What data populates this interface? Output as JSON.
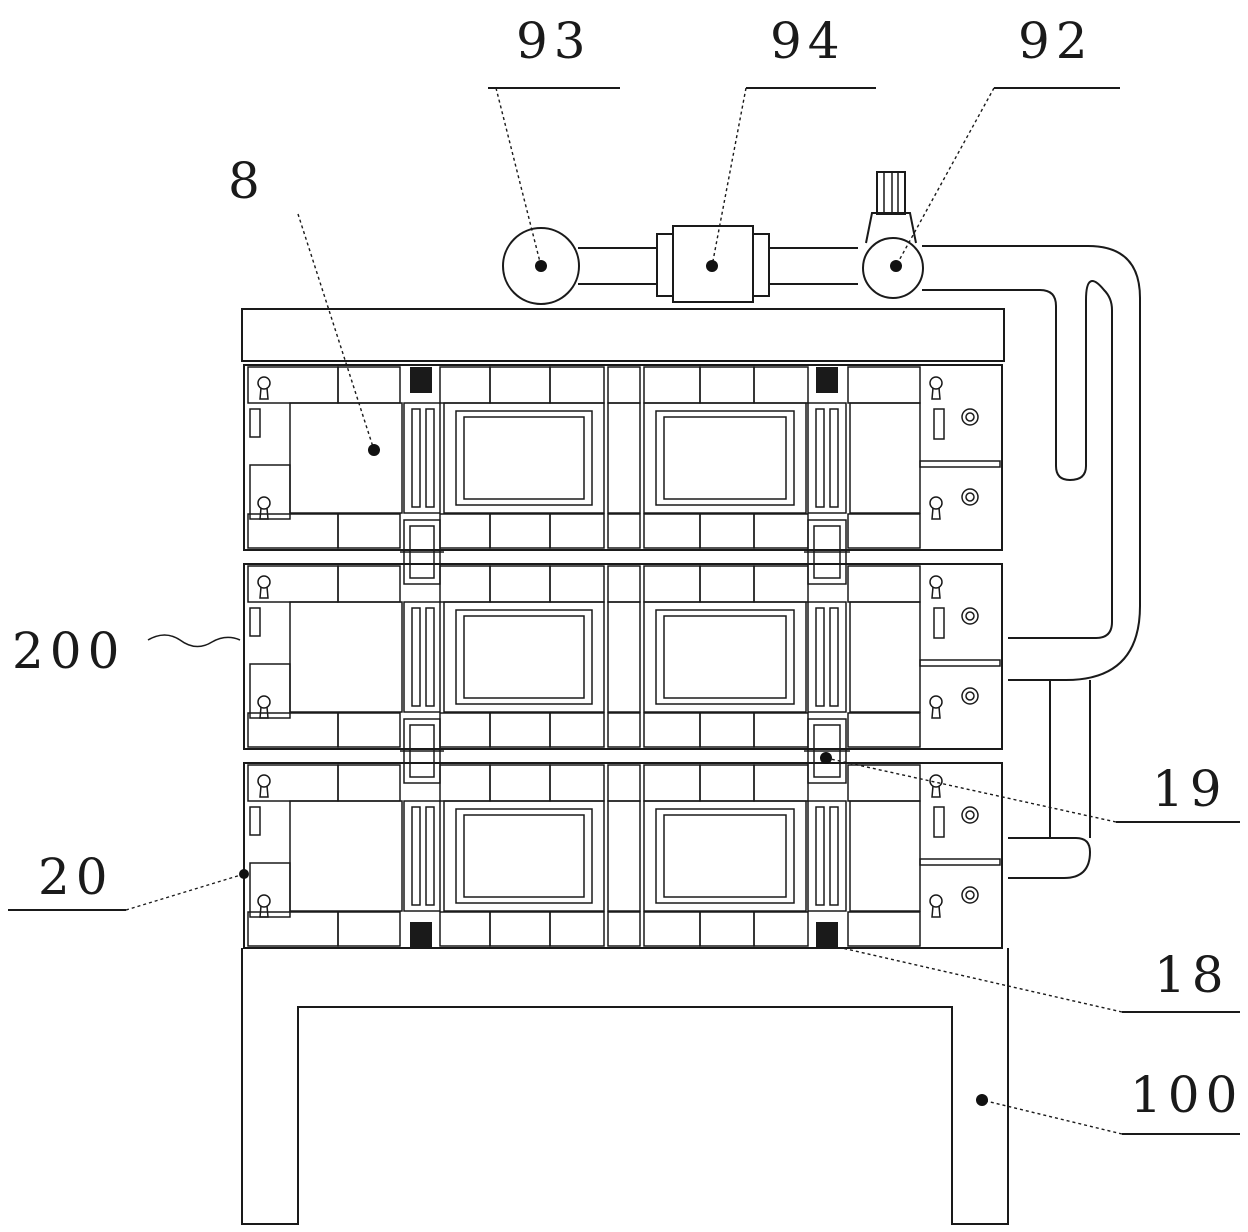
{
  "labels": {
    "l93": "93",
    "l94": "94",
    "l92": "92",
    "l8": "8",
    "l200": "200",
    "l19": "19",
    "l20": "20",
    "l18": "18",
    "l100": "100"
  }
}
